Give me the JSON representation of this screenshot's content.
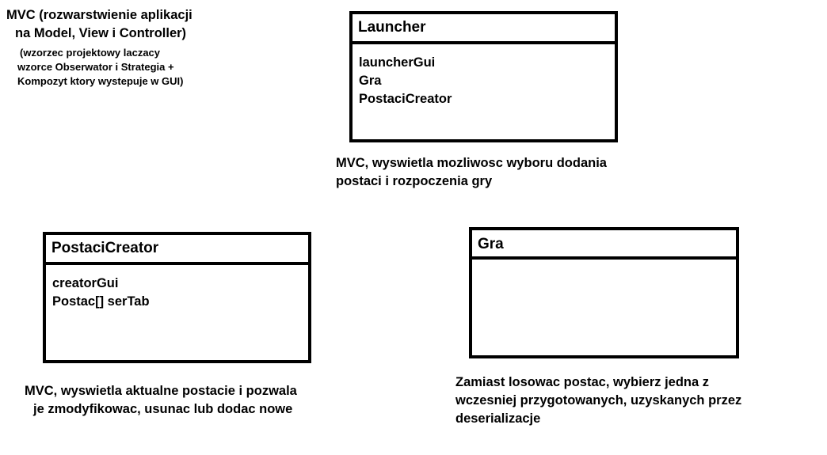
{
  "note": {
    "title_lines": [
      "MVC (rozwarstwienie aplikacji",
      "na Model, View i Controller)"
    ],
    "sub_lines": [
      "(wzorzec projektowy  laczacy",
      "wzorce Obserwator i Strategia +",
      "Kompozyt ktory wystepuje w GUI)"
    ]
  },
  "classes": {
    "launcher": {
      "name": "Launcher",
      "members": [
        "launcherGui",
        "Gra",
        "PostaciCreator"
      ],
      "caption_lines": [
        "MVC, wyswietla mozliwosc wyboru dodania",
        "postaci i rozpoczenia gry"
      ]
    },
    "creator": {
      "name": "PostaciCreator",
      "members": [
        "creatorGui",
        "Postac[] serTab"
      ],
      "caption_lines": [
        "MVC,  wyswietla aktualne postacie i pozwala",
        "je  zmodyfikowac, usunac lub dodac nowe"
      ]
    },
    "gra": {
      "name": "Gra",
      "members": [],
      "caption_lines": [
        "Zamiast losowac postac, wybierz jedna z",
        "wczesniej przygotowanych, uzyskanych przez",
        "deserializacje"
      ]
    }
  }
}
